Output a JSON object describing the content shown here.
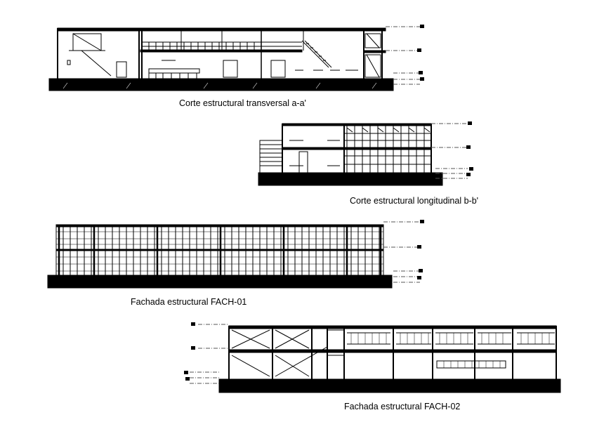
{
  "captions": {
    "section_aa": "Corte estructural transversal a-a'",
    "section_bb": "Corte estructural longitudinal b-b'",
    "facade_01": "Fachada estructural  FACH-01",
    "facade_02": "Fachada estructural  FACH-02"
  },
  "colors": {
    "line": "#000000",
    "ground": "#000000",
    "background": "#ffffff",
    "dim_line": "#555555"
  }
}
